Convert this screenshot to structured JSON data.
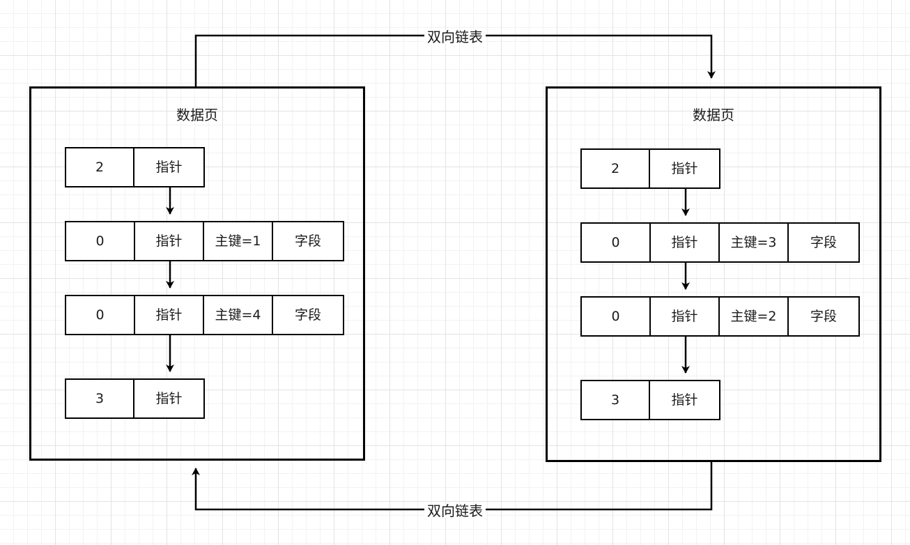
{
  "diagram": {
    "title_left": "数据页",
    "title_right": "数据页",
    "link_label_top": "双向链表",
    "link_label_bottom": "双向链表",
    "line_color": "#000000",
    "text_color": "#1a1a1a",
    "grid_major_color": "#e3e3e3",
    "grid_minor_color": "#f2f2f2",
    "background_color": "#ffffff"
  },
  "left_page": {
    "title": "数据页",
    "rows": [
      {
        "cells": [
          "2",
          "指针"
        ]
      },
      {
        "cells": [
          "0",
          "指针",
          "主键=1",
          "字段"
        ]
      },
      {
        "cells": [
          "0",
          "指针",
          "主键=4",
          "字段"
        ]
      },
      {
        "cells": [
          "3",
          "指针"
        ]
      }
    ]
  },
  "right_page": {
    "title": "数据页",
    "rows": [
      {
        "cells": [
          "2",
          "指针"
        ]
      },
      {
        "cells": [
          "0",
          "指针",
          "主键=3",
          "字段"
        ]
      },
      {
        "cells": [
          "0",
          "指针",
          "主键=2",
          "字段"
        ]
      },
      {
        "cells": [
          "3",
          "指针"
        ]
      }
    ]
  },
  "connectors": {
    "top": {
      "label": "双向链表",
      "from": "left-page",
      "to": "right-page",
      "direction": "left-to-right"
    },
    "bottom": {
      "label": "双向链表",
      "from": "right-page",
      "to": "left-page",
      "direction": "right-to-left"
    }
  }
}
